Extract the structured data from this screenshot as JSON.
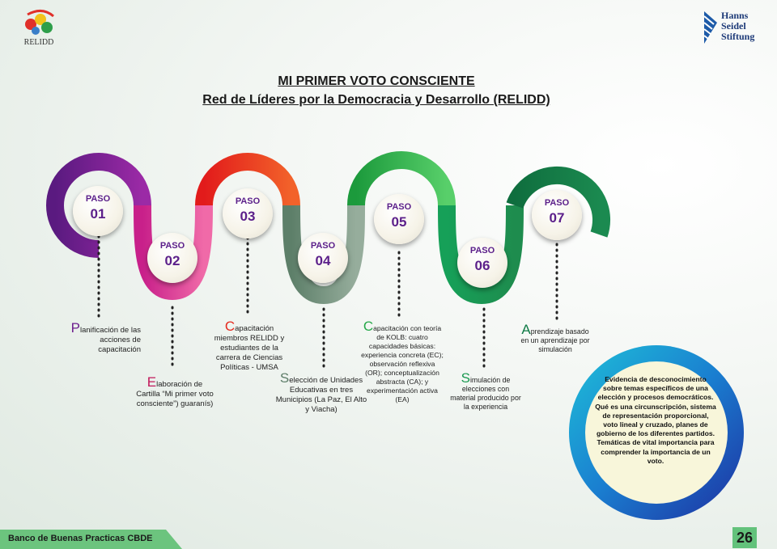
{
  "header": {
    "logo_text": "RELIDD",
    "partner_logo_lines": [
      "Hanns",
      "Seidel",
      "Stiftung"
    ],
    "title": "MI PRIMER VOTO CONSCIENTE",
    "subtitle": "Red de Líderes por la Democracia y Desarrollo (RELIDD)"
  },
  "steps": [
    {
      "label": "PASO",
      "number": "01",
      "initial": "P",
      "text": "lanificación de las acciones de capacitación",
      "color": "#6d1f8e"
    },
    {
      "label": "PASO",
      "number": "02",
      "initial": "E",
      "text": "laboración de Cartilla “Mi primer voto consciente”) guaranís)",
      "color": "#d92d8a"
    },
    {
      "label": "PASO",
      "number": "03",
      "initial": "C",
      "text": "apacitación miembros RELIDD y estudiantes de la carrera de Ciencias Políticas - UMSA",
      "color": "#e52a1e"
    },
    {
      "label": "PASO",
      "number": "04",
      "initial": "S",
      "text": "elección de Unidades Educativas en tres Municipios (La Paz, El Alto y Viacha)",
      "color": "#6f8f78"
    },
    {
      "label": "PASO",
      "number": "05",
      "initial": "C",
      "text": "apacitación con teoría de KOLB: cuatro capacidades básicas: experiencia concreta (EC); observación reflexiva (OR); conceptualización abstracta (CA); y experimentación activa (EA)",
      "color": "#26a84a"
    },
    {
      "label": "PASO",
      "number": "06",
      "initial": "S",
      "text": "imulación de elecciones con material producido por la experiencia",
      "color": "#1c9a52"
    },
    {
      "label": "PASO",
      "number": "07",
      "initial": "A",
      "text": "prendizaje basado en un aprendizaje por simulación",
      "color": "#0f7a45"
    }
  ],
  "evidence": {
    "text": "Evidencia de desconocimiento sobre temas específicos de una elección y procesos democráticos. Qué es una circunscripción, sistema de representación proporcional, voto lineal y cruzado, planes de gobierno de los diferentes partidos. Temáticas de vital importancia para comprender la importancia de un voto."
  },
  "footer": {
    "label": "Banco de Buenas Practicas CBDE",
    "page_number": "26"
  }
}
